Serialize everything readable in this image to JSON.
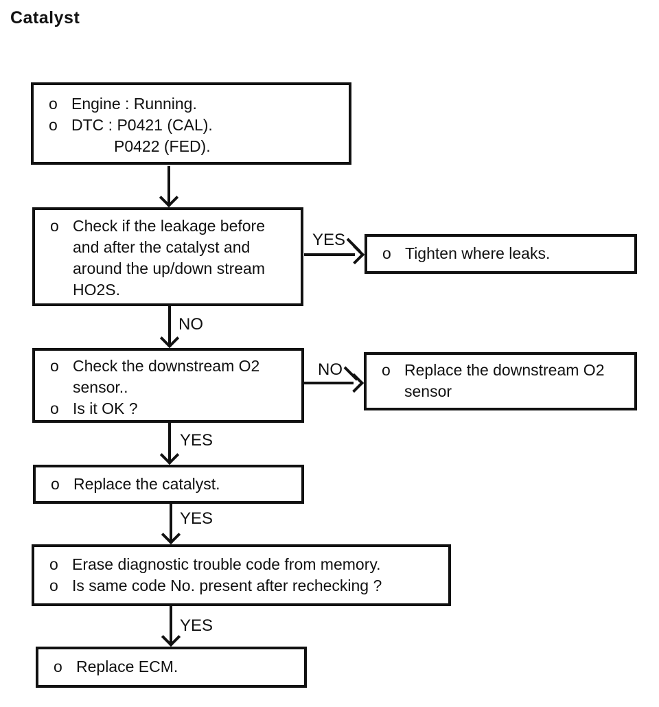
{
  "title": "Catalyst",
  "labels": {
    "yes": "YES",
    "no": "NO"
  },
  "colors": {
    "ink": "#111111",
    "paper": "#ffffff"
  },
  "boxes": {
    "start": {
      "lines": [
        {
          "bullet": "o",
          "text": "Engine : Running."
        },
        {
          "bullet": "o",
          "text": "DTC : P0421 (CAL)."
        },
        {
          "bullet": "",
          "text": "P0422 (FED)."
        }
      ]
    },
    "check_leakage": {
      "lines": [
        {
          "bullet": "o",
          "text": "Check if the leakage before"
        },
        {
          "bullet": "",
          "text": "and after the catalyst and"
        },
        {
          "bullet": "",
          "text": "around the up/down stream"
        },
        {
          "bullet": "",
          "text": "HO2S."
        }
      ]
    },
    "tighten": {
      "lines": [
        {
          "bullet": "o",
          "text": "Tighten where leaks."
        }
      ]
    },
    "check_o2": {
      "lines": [
        {
          "bullet": "o",
          "text": "Check the downstream O2"
        },
        {
          "bullet": "",
          "text": "sensor.."
        },
        {
          "bullet": "o",
          "text": "Is it OK ?"
        }
      ]
    },
    "replace_o2": {
      "lines": [
        {
          "bullet": "o",
          "text": "Replace the downstream O2"
        },
        {
          "bullet": "",
          "text": "sensor"
        }
      ]
    },
    "replace_catalyst": {
      "lines": [
        {
          "bullet": "o",
          "text": "Replace the catalyst."
        }
      ]
    },
    "erase_dtc": {
      "lines": [
        {
          "bullet": "o",
          "text": "Erase diagnostic trouble code from memory."
        },
        {
          "bullet": "o",
          "text": "Is same code No. present after rechecking ?"
        }
      ]
    },
    "replace_ecm": {
      "lines": [
        {
          "bullet": "o",
          "text": "Replace ECM."
        }
      ]
    }
  }
}
